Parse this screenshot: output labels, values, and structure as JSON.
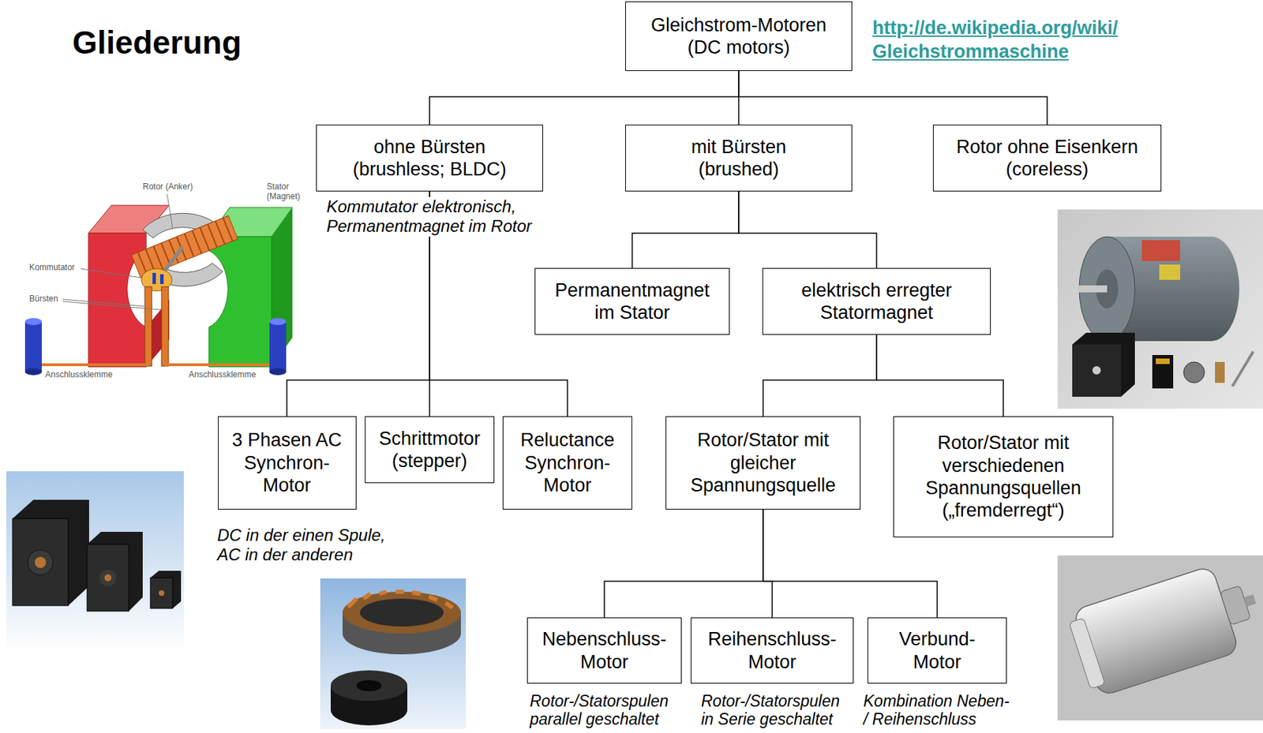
{
  "diagram": {
    "title": "Gliederung",
    "nodes": [
      {
        "text": [
          "Gleichstrom-Motoren (DC motors)"
        ]
      },
      {
        "text": [
          "ohne Bürsten (brushless; BLDC)"
        ]
      },
      {
        "text": [
          "mit Bürsten (brushed)"
        ]
      },
      {
        "text": [
          "Rotor ohne Eisenkern (coreless)"
        ]
      },
      {
        "text": [
          "Permanentmagnet im Stator"
        ]
      },
      {
        "text": [
          "elektrisch erregter Statormagnet"
        ]
      },
      {
        "text": [
          "3 Phasen AC Synchron- Motor"
        ]
      },
      {
        "text": [
          "Schrittmotor (stepper)"
        ]
      },
      {
        "text": [
          "Reluctance Synchron- Motor"
        ]
      },
      {
        "text": [
          "Rotor/Stator mit gleicher Spannungsquelle"
        ]
      },
      {
        "text": [
          "Rotor/Stator mit verschiedenen Spannungsquellen („fremderregt“)"
        ]
      },
      {
        "text": [
          "Nebenschluss- Motor"
        ]
      },
      {
        "text": [
          "Reihenschluss- Motor"
        ]
      },
      {
        "text": [
          "Verbund- Motor"
        ]
      }
    ],
    "edges": [
      {
        "from": 0,
        "to": 1,
        "arrow": "none"
      },
      {
        "from": 0,
        "to": 2,
        "arrow": "none"
      },
      {
        "from": 0,
        "to": 3,
        "arrow": "none"
      },
      {
        "from": 2,
        "to": 4,
        "arrow": "none"
      },
      {
        "from": 2,
        "to": 5,
        "arrow": "none"
      },
      {
        "from": 1,
        "to": 6,
        "arrow": "none"
      },
      {
        "from": 1,
        "to": 7,
        "arrow": "none"
      },
      {
        "from": 1,
        "to": 8,
        "arrow": "none"
      },
      {
        "from": 5,
        "to": 9,
        "arrow": "none"
      },
      {
        "from": 5,
        "to": 10,
        "arrow": "none"
      },
      {
        "from": 9,
        "to": 11,
        "arrow": "none"
      },
      {
        "from": 9,
        "to": 12,
        "arrow": "none"
      },
      {
        "from": 9,
        "to": 13,
        "arrow": "none"
      }
    ],
    "labels": [
      "http://de.wikipedia.org/wiki/ Gleichstrommaschine",
      "Kommutator elektronisch, Permanentmagnet im Rotor",
      "DC in der einen Spule, AC in der anderen",
      "Rotor-/Statorspulen parallel geschaltet",
      "Rotor-/Statorspulen in Serie geschaltet",
      "Kombination Neben- / Reihenschluss",
      "Rotor (Anker)",
      "Stator (Magnet)",
      "Kommutator",
      "Bürsten",
      "Anschlussklemme",
      "Anschlussklemme"
    ]
  }
}
